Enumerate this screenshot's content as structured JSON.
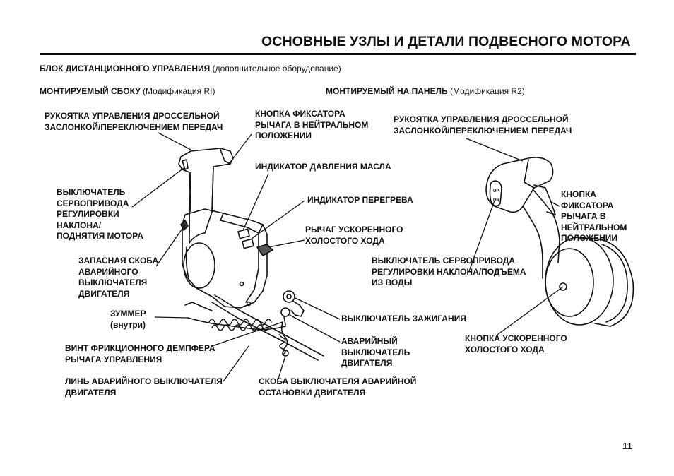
{
  "page": {
    "title": "ОСНОВНЫЕ УЗЛЫ И ДЕТАЛИ ПОДВЕСНОГО МОТОРА",
    "page_number": "11"
  },
  "section": {
    "heading": "БЛОК ДИСТАНЦИОННОГО УПРАВЛЕНИЯ",
    "heading_note": "(дополнительное оборудование)"
  },
  "side_mount": {
    "heading": "МОНТИРУЕМЫЙ СБОКУ",
    "heading_model": "(Модификация RI)",
    "labels": {
      "throttle_handle": [
        "РУКОЯТКА УПРАВЛЕНИЯ ДРОССЕЛЬНОЙ",
        "ЗАСЛОНКОЙ/ПЕРЕКЛЮЧЕНИЕМ ПЕРЕДАЧ"
      ],
      "neutral_lock": [
        "КНОПКА ФИКСАТОРА",
        "РЫЧАГА В НЕЙТРАЛЬНОМ",
        "ПОЛОЖЕНИИ"
      ],
      "oil_indicator": [
        "ИНДИКАТОР ДАВЛЕНИЯ МАСЛА"
      ],
      "trim_switch": [
        "ВЫКЛЮЧАТЕЛЬ",
        "СЕРВОПРИВОДА",
        "РЕГУЛИРОВКИ",
        "НАКЛОНА/",
        "ПОДНЯТИЯ МОТОРА"
      ],
      "overheat_indicator": [
        "ИНДИКАТОР ПЕРЕГРЕВА"
      ],
      "fast_idle_lever": [
        "РЫЧАГ УСКОРЕННОГО",
        "ХОЛОСТОГО ХОДА"
      ],
      "spare_clip": [
        "ЗАПАСНАЯ СКОБА",
        "АВАРИЙНОГО",
        "ВЫКЛЮЧАТЕЛЯ",
        "ДВИГАТЕЛЯ"
      ],
      "buzzer": [
        "ЗУММЕР"
      ],
      "buzzer_note": "(внутри)",
      "ignition_switch": [
        "ВЫКЛЮЧАТЕЛЬ ЗАЖИГАНИЯ"
      ],
      "emergency_stop_switch": [
        "АВАРИЙНЫЙ",
        "ВЫКЛЮЧАТЕЛЬ",
        "ДВИГАТЕЛЯ"
      ],
      "friction_screw": [
        "ВИНТ ФРИКЦИОННОГО ДЕМПФЕРА",
        "РЫЧАГА УПРАВЛЕНИЯ"
      ],
      "stop_lanyard": [
        "ЛИНЬ АВАРИЙНОГО ВЫКЛЮЧАТЕЛЯ",
        "ДВИГАТЕЛЯ"
      ],
      "stop_clip": [
        "СКОБА ВЫКЛЮЧАТЕЛЯ АВАРИЙНОЙ",
        "ОСТАНОВКИ ДВИГАТЕЛЯ"
      ]
    }
  },
  "panel_mount": {
    "heading": "МОНТИРУЕМЫЙ НА ПАНЕЛЬ",
    "heading_model": "(Модификация R2)",
    "labels": {
      "throttle_handle": [
        "РУКОЯТКА УПРАВЛЕНИЯ ДРОССЕЛЬНОЙ",
        "ЗАСЛОНКОЙ/ПЕРЕКЛЮЧЕНИЕМ ПЕРЕДАЧ"
      ],
      "neutral_lock": [
        "КНОПКА",
        "ФИКСАТОРА",
        "РЫЧАГА В",
        "НЕЙТРАЛЬНОМ",
        "ПОЛОЖЕНИИ"
      ],
      "trim_switch": [
        "ВЫКЛЮЧАТЕЛЬ СЕРВОПРИВОДА",
        "РЕГУЛИРОВКИ НАКЛОНА/ПОДЪЕМА",
        "ИЗ ВОДЫ"
      ],
      "fast_idle_button": [
        "КНОПКА УСКОРЕННОГО",
        "ХОЛОСТОГО ХОДА"
      ]
    },
    "switch_text": {
      "up": "UP",
      "down": "DN"
    }
  }
}
